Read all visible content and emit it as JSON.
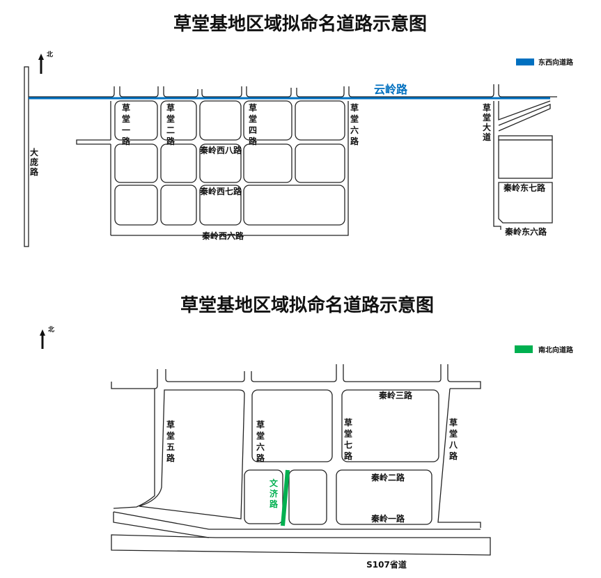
{
  "colors": {
    "east_west_road": "#0070c0",
    "north_south_road": "#00b050",
    "road_outline": "#222222",
    "text": "#111111"
  },
  "map1": {
    "title": "草堂基地区域拟命名道路示意图",
    "north": "北",
    "legend_label": "东西向道路",
    "highlighted_road": "云岭路",
    "labels": {
      "dapang": "大庞路",
      "caotang1": "草堂一路",
      "caotang2": "草堂二路",
      "caotang4": "草堂四路",
      "caotang6": "草堂六路",
      "caotangdadao": "草堂大道",
      "qinling_w8": "秦岭西八路",
      "qinling_w7": "秦岭西七路",
      "qinling_w6": "秦岭西六路",
      "qinling_e7": "秦岭东七路",
      "qinling_e6": "秦岭东六路"
    }
  },
  "map2": {
    "title": "草堂基地区域拟命名道路示意图",
    "north": "北",
    "legend_label": "南北向道路",
    "highlighted_road": "文济路",
    "labels": {
      "caotang5": "草堂五路",
      "caotang6": "草堂六路",
      "caotang7": "草堂七路",
      "caotang8": "草堂八路",
      "qinling3": "秦岭三路",
      "qinling2": "秦岭二路",
      "qinling1": "秦岭一路",
      "s107": "S107省道"
    }
  }
}
